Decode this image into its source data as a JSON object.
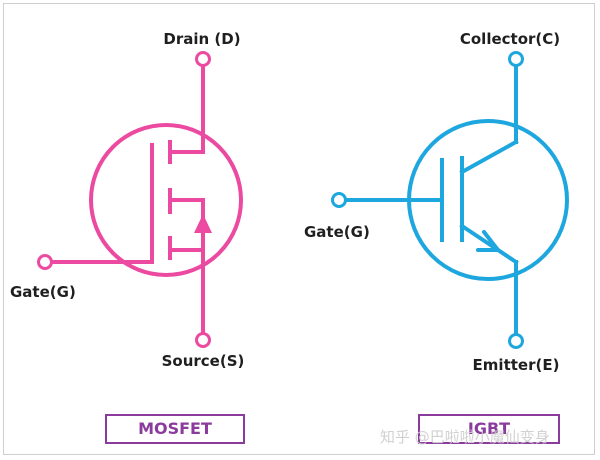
{
  "mosfet": {
    "drain_label": "Drain (D)",
    "source_label": "Source(S)",
    "gate_label": "Gate(G)",
    "caption": "MOSFET",
    "color": "#ec4aa0"
  },
  "igbt": {
    "collector_label": "Collector(C)",
    "emitter_label": "Emitter(E)",
    "gate_label": "Gate(G)",
    "caption": "IGBT",
    "color": "#1ea6de"
  },
  "caption_border_color": "#8a3b9b",
  "watermark": "知乎 @巴啦啦小魔仙变身"
}
